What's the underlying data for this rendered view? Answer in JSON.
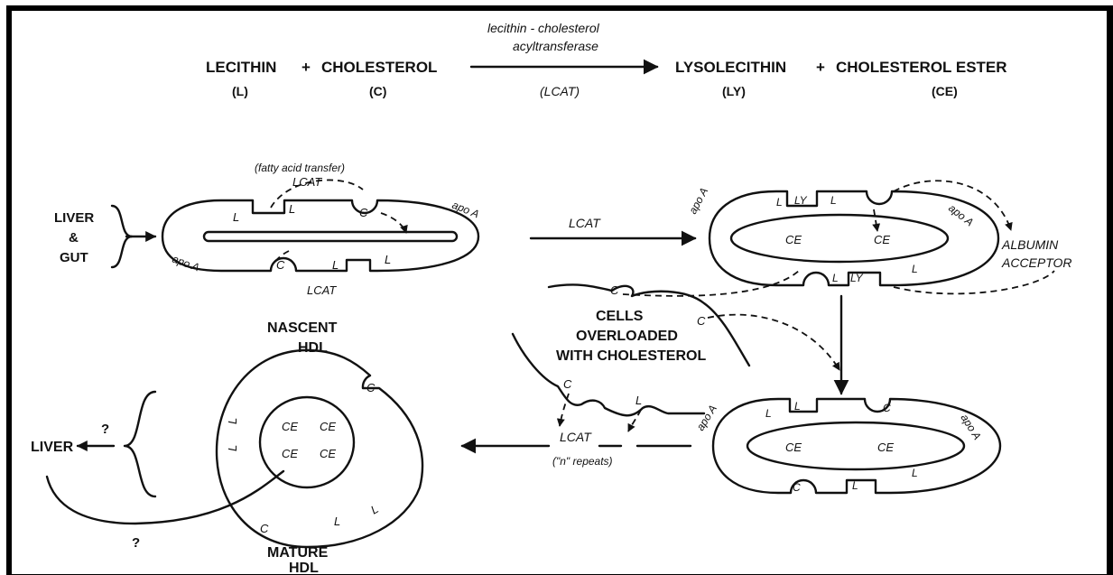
{
  "colors": {
    "ink": "#111111",
    "frame": "#000000",
    "background": "#ffffff"
  },
  "reaction": {
    "reactant1": "LECITHIN",
    "plus1": "+",
    "reactant2": "CHOLESTEROL",
    "product1": "LYSOLECITHIN",
    "plus2": "+",
    "product2": "CHOLESTEROL ESTER",
    "abbr_l": "(L)",
    "abbr_c": "(C)",
    "abbr_ly": "(LY)",
    "abbr_ce": "(CE)",
    "enzyme_line1": "lecithin - cholesterol",
    "enzyme_line2": "acyltransferase",
    "enzyme_abbr": "(LCAT)"
  },
  "source": {
    "liver": "LIVER",
    "amp": "&",
    "gut": "GUT"
  },
  "nascent": {
    "caption1": "NASCENT",
    "caption2": "HDL",
    "fatty_acid_transfer": "(fatty acid transfer)",
    "lcat_top": "LCAT",
    "lcat_bottom": "LCAT",
    "apo_top": "apo A",
    "apo_bottom": "apo A",
    "l": "L",
    "c": "C"
  },
  "step_lcat": "LCAT",
  "intermediate1": {
    "apo_left": "apo A",
    "apo_right": "apo A",
    "l": "L",
    "ly": "LY",
    "ce": "CE"
  },
  "albumin": {
    "line1": "ALBUMIN",
    "line2": "ACCEPTOR"
  },
  "cells": {
    "line1": "CELLS",
    "line2": "OVERLOADED",
    "line3": "WITH CHOLESTEROL",
    "c": "C",
    "l": "L"
  },
  "intermediate2": {
    "apo_left": "apo A",
    "apo_right": "apo A",
    "l": "L",
    "c": "C",
    "ce": "CE"
  },
  "repeat": {
    "lcat": "LCAT",
    "note": "(\"n\" repeats)"
  },
  "mature": {
    "caption1": "MATURE",
    "caption2": "HDL",
    "ce": "CE",
    "c": "C",
    "l": "L"
  },
  "liver_out": {
    "label": "LIVER",
    "q1": "?",
    "q2": "?"
  }
}
